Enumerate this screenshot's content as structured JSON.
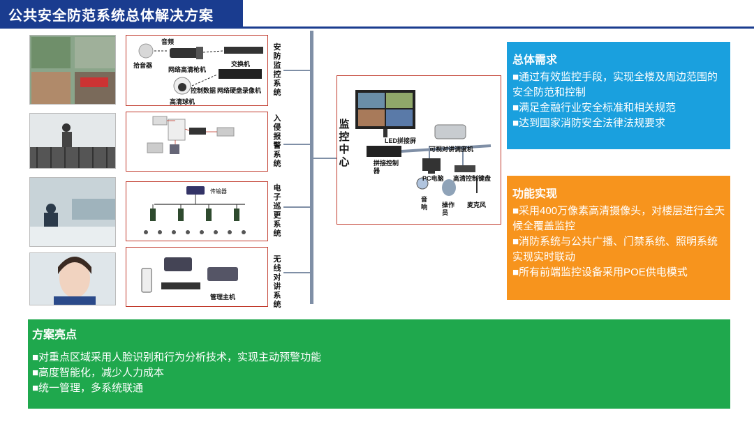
{
  "title": "公共安全防范系统总体解决方案",
  "subsystems": [
    {
      "name": "安防监控系统",
      "labels": [
        "音频",
        "拾音器",
        "网络高清枪机",
        "控制数据",
        "交换机",
        "网络硬盘录像机",
        "高清球机"
      ]
    },
    {
      "name": "入侵报警系统"
    },
    {
      "name": "电子巡更系统",
      "labels": [
        "传输器"
      ]
    },
    {
      "name": "无线对讲系统",
      "labels": [
        "管理主机"
      ]
    }
  ],
  "center": {
    "name": "监控中心",
    "labels": [
      "LED拼接屏",
      "拼接控制器",
      "可视对讲调度机",
      "PC电脑",
      "高清控制键盘",
      "音响",
      "操作员",
      "麦克风"
    ]
  },
  "requirements": {
    "title": "总体需求",
    "items": [
      "■通过有效监控手段，实现全楼及周边范围的安全防范和控制",
      "■满足金融行业安全标准和相关规范",
      "■达到国家消防安全法律法规要求"
    ]
  },
  "functions": {
    "title": "功能实现",
    "items": [
      "■采用400万像素高清摄像头，对楼层进行全天候全覆盖监控",
      "■消防系统与公共广播、门禁系统、照明系统实现实时联动",
      "■所有前端监控设备采用POE供电模式"
    ]
  },
  "highlights": {
    "title": "方案亮点",
    "items": [
      "■对重点区域采用人脸识别和行为分析技术，实现主动预警功能",
      "■高度智能化，减少人力成本",
      "■统一管理，多系统联通"
    ]
  },
  "colors": {
    "title_bar": "#1a3c8f",
    "border": "#c0392b",
    "bus": "#7f8fa6",
    "blue": "#1aa0de",
    "orange": "#f7941d",
    "green": "#1fa84d"
  }
}
